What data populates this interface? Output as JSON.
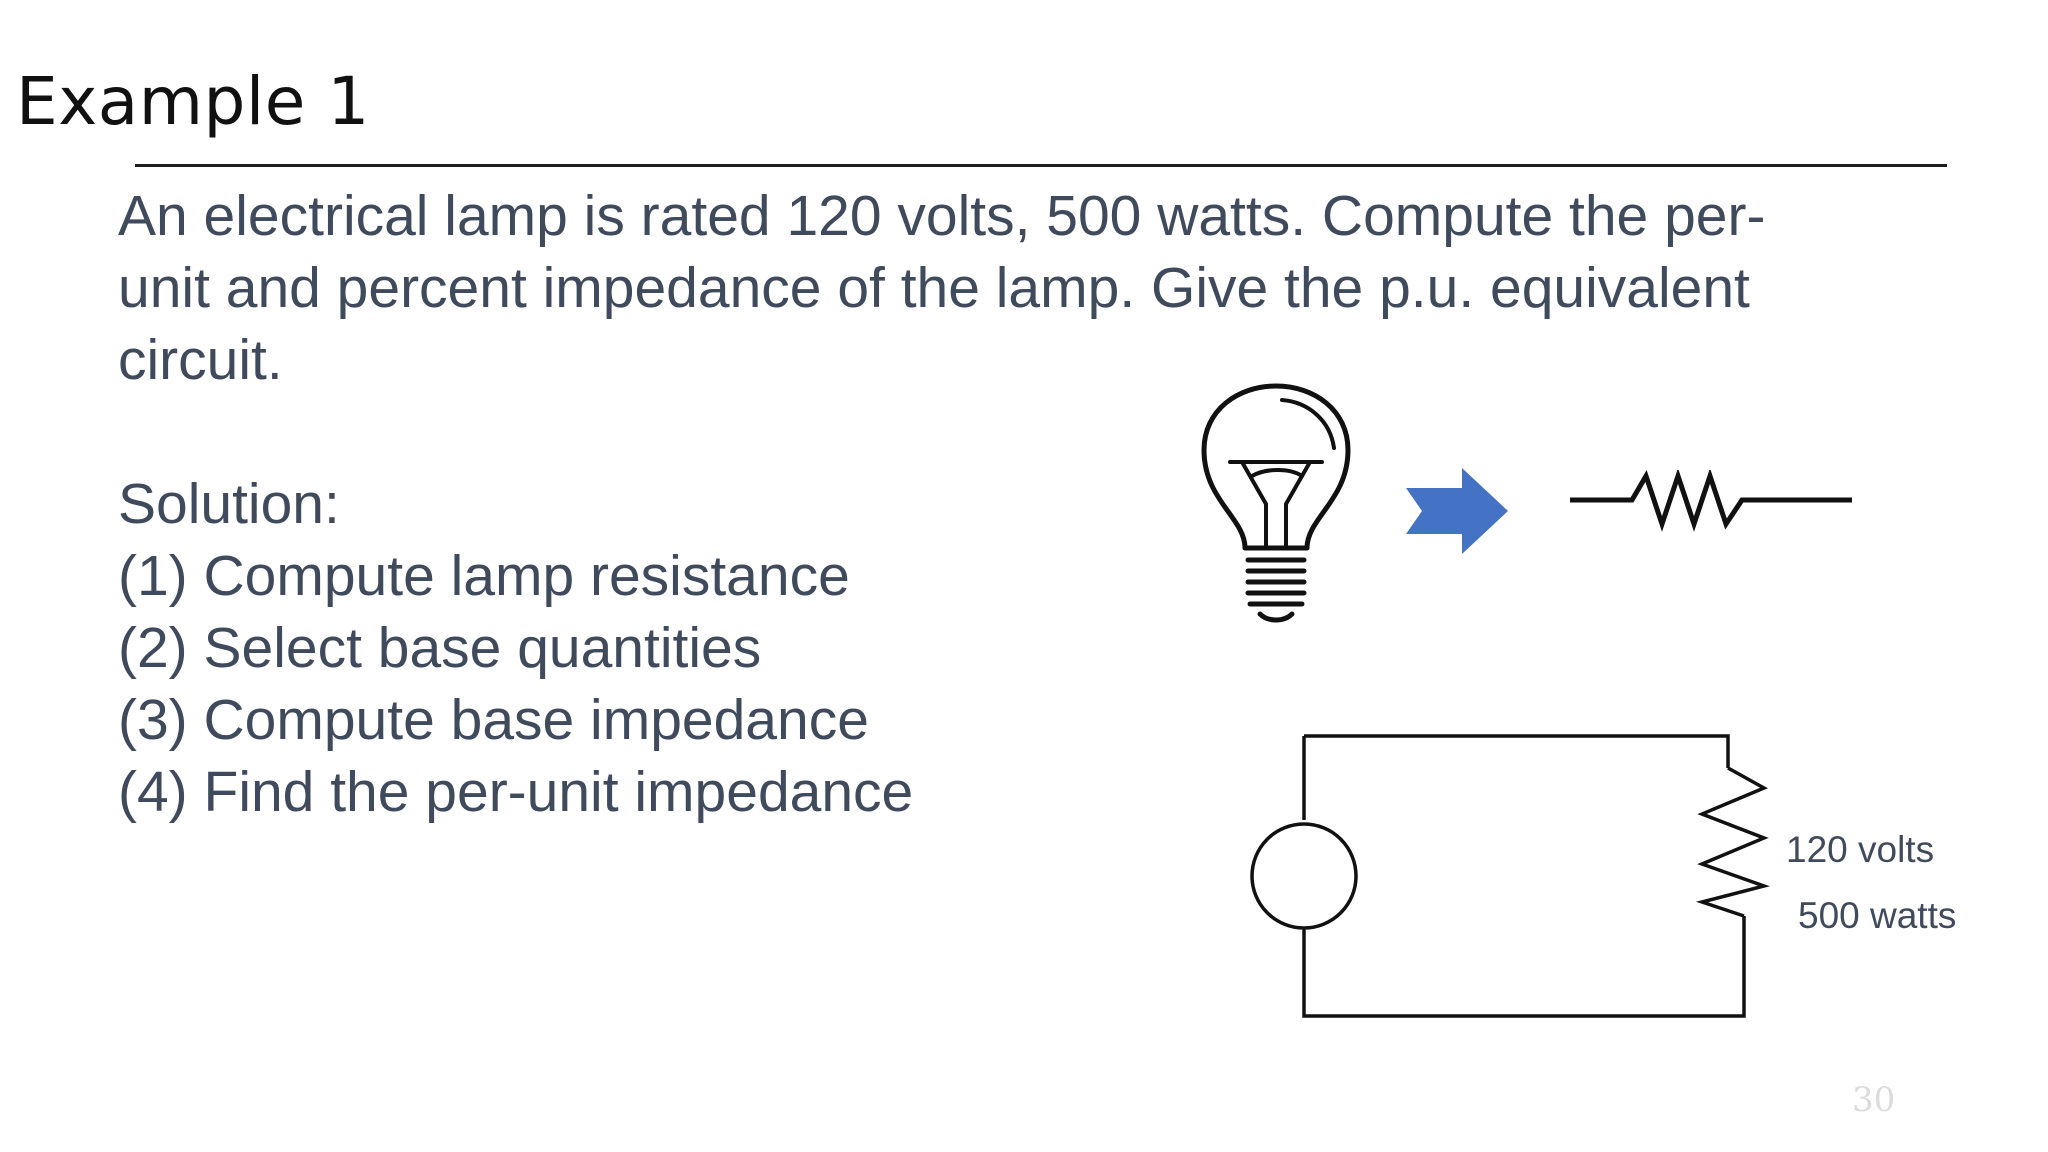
{
  "slide": {
    "title": "Example 1",
    "problem_lines": [
      "An electrical lamp is rated 120 volts, 500 watts. Compute the per-",
      "unit and percent impedance of the lamp. Give the p.u. equivalent",
      "circuit."
    ],
    "solution": {
      "heading": "Solution:",
      "steps": [
        "(1) Compute lamp resistance",
        "(2) Select base quantities",
        "(3) Compute base impedance",
        "(4) Find the per-unit impedance"
      ]
    },
    "circuit": {
      "rating_volts": "120 volts",
      "rating_watts": "500 watts"
    },
    "page_number": "30"
  },
  "colors": {
    "body_text": "#3f4a5c",
    "arrow_fill": "#4472c4",
    "title_text": "#111111"
  },
  "icons": [
    "light-bulb-icon",
    "right-arrow-icon",
    "resistor-symbol-icon"
  ]
}
